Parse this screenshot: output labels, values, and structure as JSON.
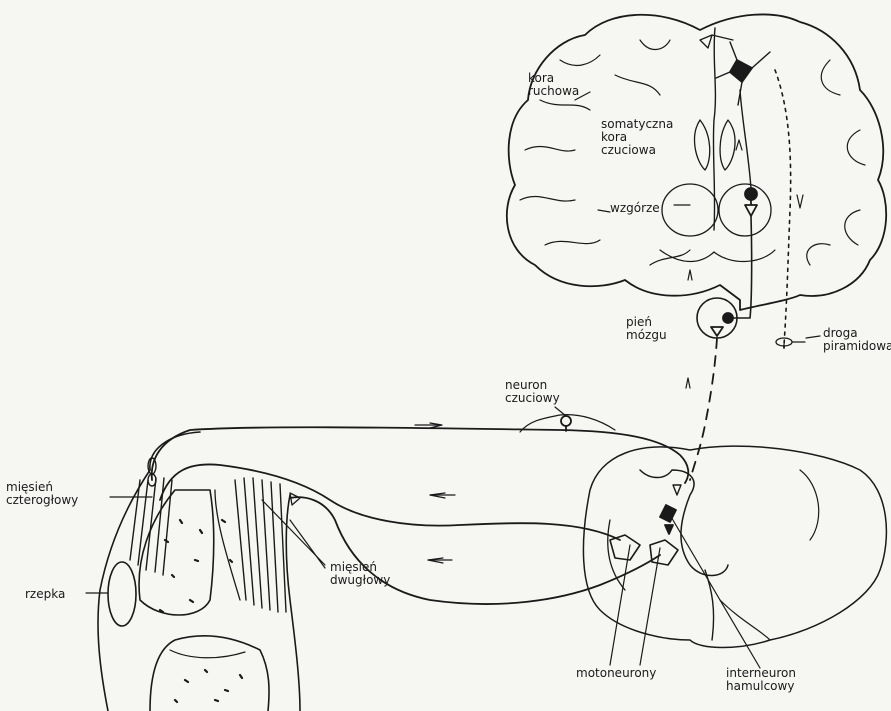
{
  "labels": {
    "kora_ruchowa": "kora\nruchowa",
    "somatyczna": "somatyczna\nkora\nczuciowa",
    "wzgorze": "wzgórze",
    "pien_mozgu": "pień\nmózgu",
    "droga": "droga\npiramidowa",
    "neuron_czuciowy": "neuron\nczuciowy",
    "miesien_czterоglowy": "mięsień\nczterogłowy",
    "rzepka": "rzepka",
    "miesien_dwuglowy": "mięsień\ndwugłowy",
    "motoneurony": "motoneurony",
    "interneuron": "interneuron\nhamulcowy"
  },
  "colors": {
    "ink": "#1a1a1a",
    "paper": "#f6f6f3",
    "bone": "#2a2a2a"
  }
}
